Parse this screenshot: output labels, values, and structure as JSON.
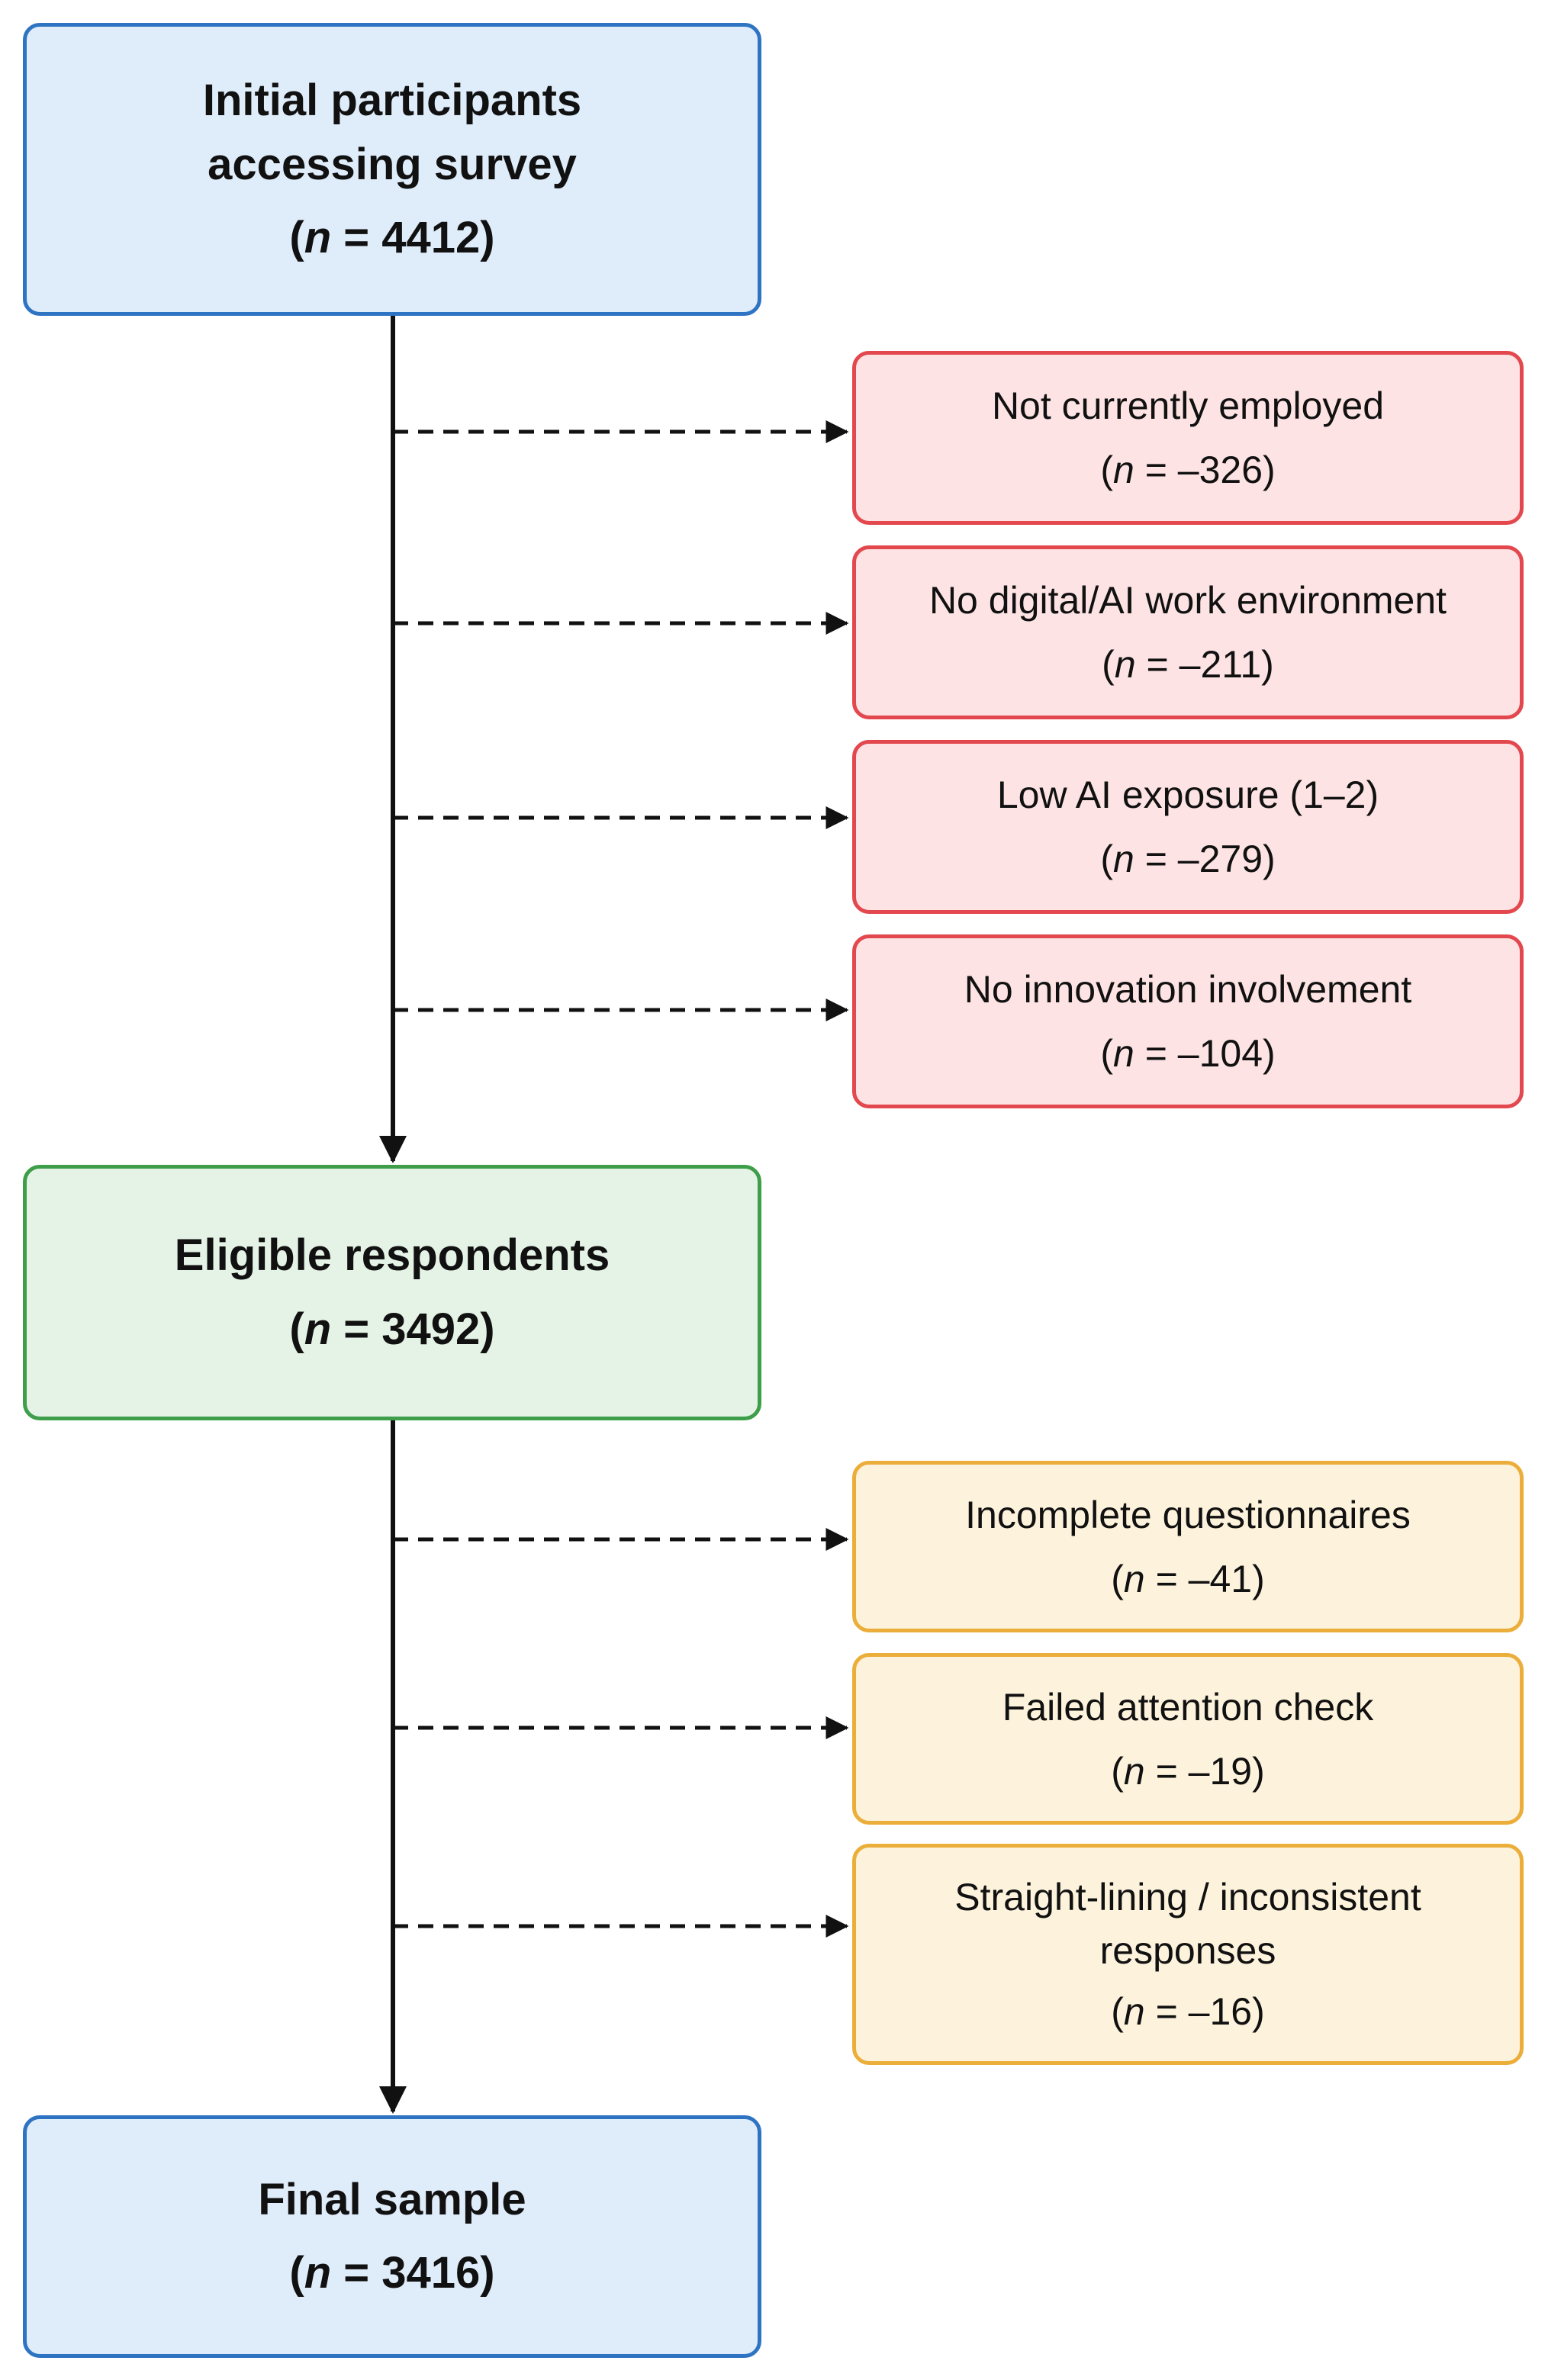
{
  "flowchart": {
    "initial": {
      "label": "Initial participants accessing survey",
      "n_prefix": "n",
      "n_value": "= 4412"
    },
    "exclusions_stage1": [
      {
        "label": "Not currently employed",
        "n_prefix": "n",
        "n_value": "= –326"
      },
      {
        "label": "No digital/AI work environment",
        "n_prefix": "n",
        "n_value": "= –211"
      },
      {
        "label": "Low AI exposure (1–2)",
        "n_prefix": "n",
        "n_value": "= –279"
      },
      {
        "label": "No innovation involvement",
        "n_prefix": "n",
        "n_value": "= –104"
      }
    ],
    "eligible": {
      "label": "Eligible respondents",
      "n_prefix": "n",
      "n_value": "= 3492"
    },
    "exclusions_stage2": [
      {
        "label": "Incomplete questionnaires",
        "n_prefix": "n",
        "n_value": "= –41"
      },
      {
        "label": "Failed attention check",
        "n_prefix": "n",
        "n_value": "= –19"
      },
      {
        "label": "Straight-lining / inconsistent responses",
        "n_prefix": "n",
        "n_value": "= –16"
      }
    ],
    "final": {
      "label": "Final sample",
      "n_prefix": "n",
      "n_value": "= 3416"
    },
    "colors": {
      "main_fill": "#dfecf9",
      "main_border": "#2e74c3",
      "eligible_fill": "#e5f3e6",
      "eligible_border": "#3e9e4a",
      "stage1_fill": "#fde3e4",
      "stage1_border": "#e2484e",
      "stage2_fill": "#fdf2dc",
      "stage2_border": "#ebae3a",
      "arrow": "#111111"
    }
  }
}
